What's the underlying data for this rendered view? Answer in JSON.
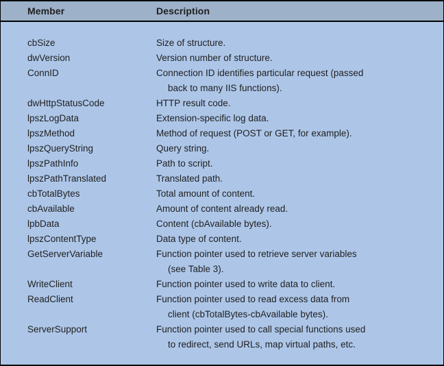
{
  "colors": {
    "header_bg": "#9db1c9",
    "body_bg": "#adc6e8",
    "border": "#000000",
    "text": "#1f1f1f"
  },
  "table": {
    "columns": [
      "Member",
      "Description"
    ],
    "rows": [
      {
        "member": "cbSize",
        "desc": [
          "Size of structure."
        ]
      },
      {
        "member": "dwVersion",
        "desc": [
          "Version number of structure."
        ]
      },
      {
        "member": "ConnID",
        "desc": [
          "Connection ID identifies particular request (passed",
          "back to many IIS functions)."
        ]
      },
      {
        "member": "dwHttpStatusCode",
        "desc": [
          "HTTP result code."
        ]
      },
      {
        "member": "lpszLogData",
        "desc": [
          "Extension-specific log data."
        ]
      },
      {
        "member": "lpszMethod",
        "desc": [
          "Method of request (POST or GET, for example)."
        ]
      },
      {
        "member": "lpszQueryString",
        "desc": [
          "Query string."
        ]
      },
      {
        "member": "lpszPathInfo",
        "desc": [
          "Path to script."
        ]
      },
      {
        "member": "lpszPathTranslated",
        "desc": [
          "Translated path."
        ]
      },
      {
        "member": "cbTotalBytes",
        "desc": [
          "Total amount of content."
        ]
      },
      {
        "member": "cbAvailable",
        "desc": [
          "Amount of content already read."
        ]
      },
      {
        "member": "lpbData",
        "desc": [
          "Content (cbAvailable bytes)."
        ]
      },
      {
        "member": "lpszContentType",
        "desc": [
          "Data type of content."
        ]
      },
      {
        "member": "GetServerVariable",
        "desc": [
          "Function pointer used to retrieve server variables",
          "(see Table 3)."
        ]
      },
      {
        "member": "WriteClient",
        "desc": [
          "Function pointer used to write data to client."
        ]
      },
      {
        "member": "ReadClient",
        "desc": [
          "Function pointer used to read excess data from",
          "client (cbTotalBytes-cbAvailable bytes)."
        ]
      },
      {
        "member": "ServerSupport",
        "desc": [
          "Function pointer used to call special functions used",
          "to redirect, send URLs, map virtual paths, etc."
        ]
      }
    ]
  }
}
